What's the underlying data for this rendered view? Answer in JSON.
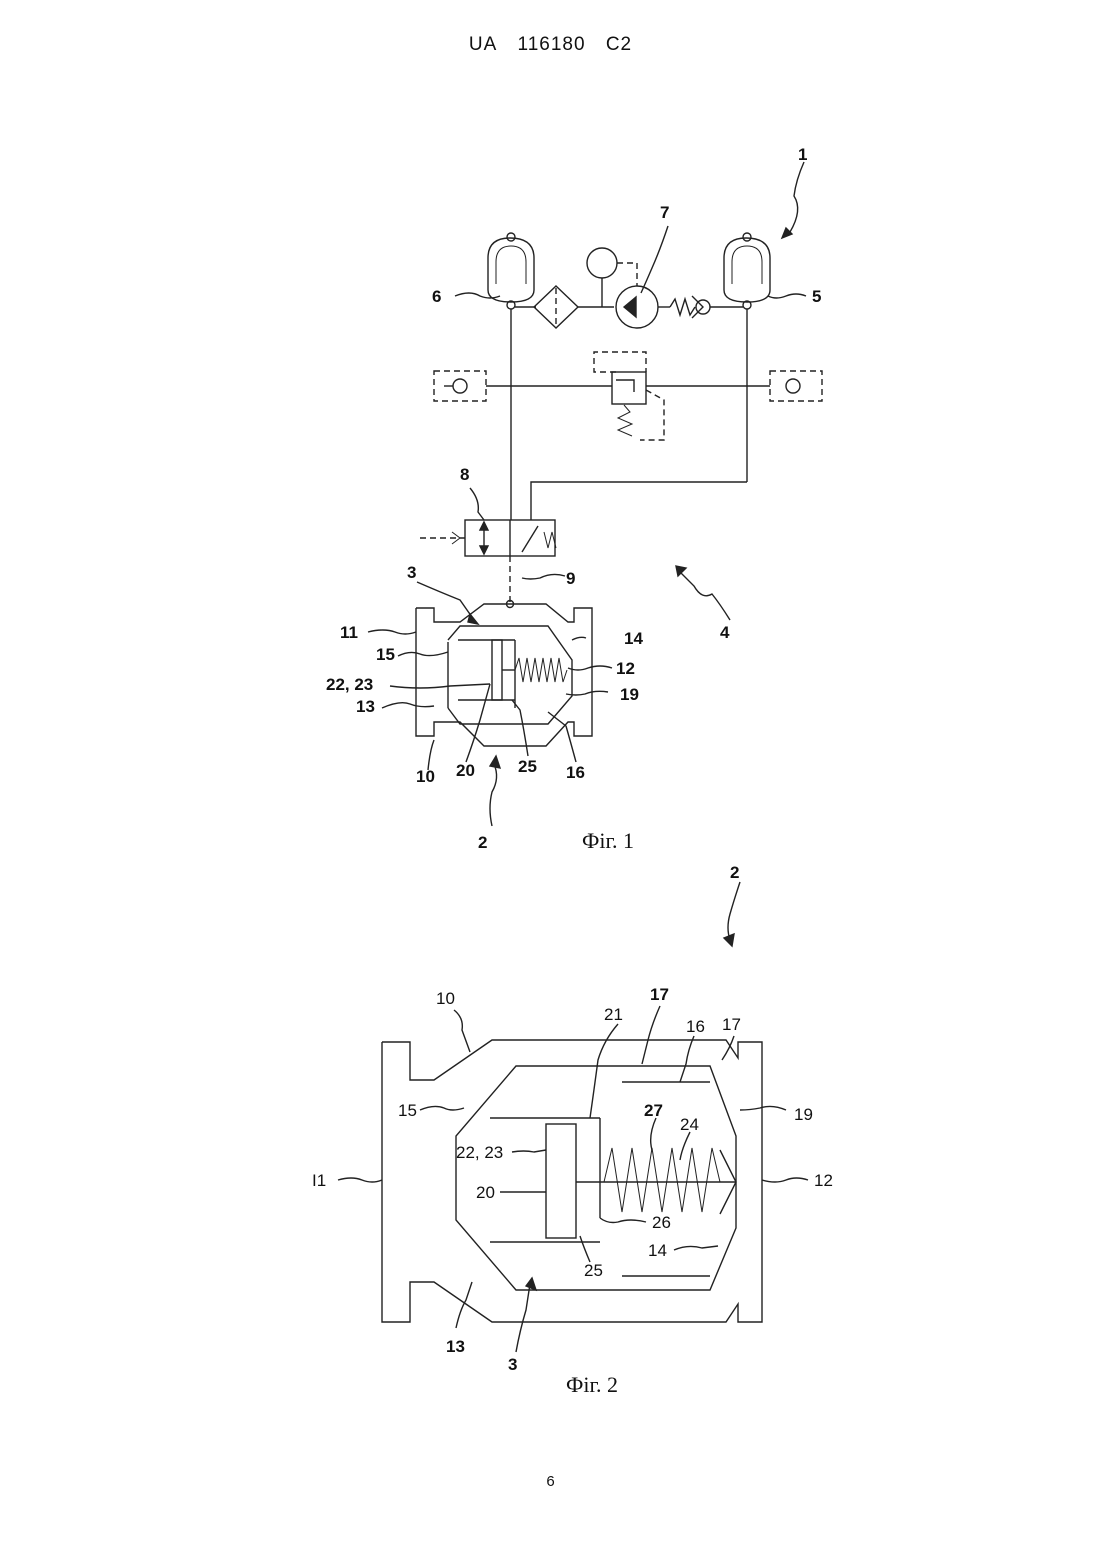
{
  "header": {
    "country": "UA",
    "number": "116180",
    "kind": "C2"
  },
  "page_number": "6",
  "figures": [
    {
      "caption": "Фіг. 1",
      "labels": [
        "1",
        "7",
        "6",
        "5",
        "8",
        "9",
        "3",
        "4",
        "11",
        "14",
        "15",
        "12",
        "22, 23",
        "19",
        "13",
        "10",
        "20",
        "25",
        "16",
        "2"
      ]
    },
    {
      "caption": "Фіг. 2",
      "labels": [
        "2",
        "10",
        "17",
        "21",
        "16",
        "17",
        "15",
        "19",
        "27",
        "24",
        "22, 23",
        "I1",
        "12",
        "20",
        "26",
        "14",
        "25",
        "13",
        "3"
      ]
    }
  ]
}
